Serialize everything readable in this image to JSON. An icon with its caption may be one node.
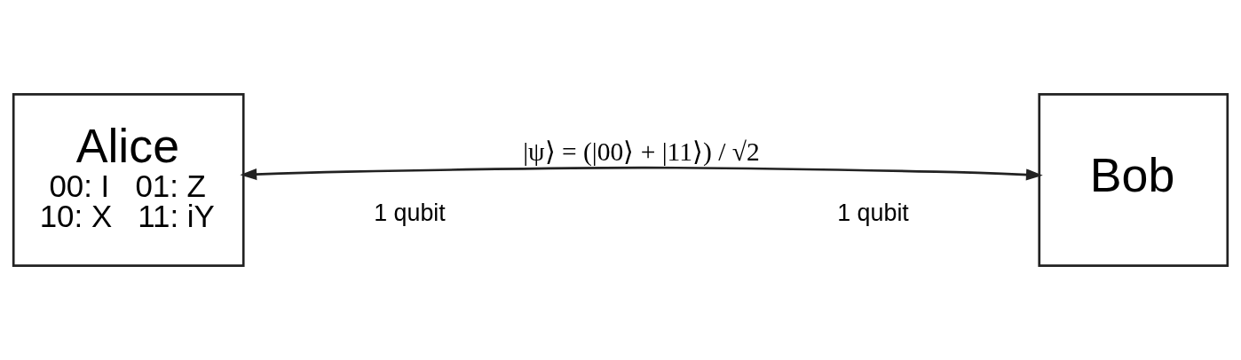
{
  "diagram": {
    "nodes": [
      {
        "text": [
          "Alice",
          "00: I   01: Z",
          "10: X   11: iY"
        ]
      },
      {
        "text": [
          "Bob"
        ]
      }
    ],
    "edges": [
      {
        "from": 0,
        "to": 1,
        "arrow": "both",
        "label": "|ψ⟩ = (|00⟩ + |11⟩) / √2"
      }
    ],
    "labels": [
      "1 qubit",
      "1 qubit"
    ]
  }
}
